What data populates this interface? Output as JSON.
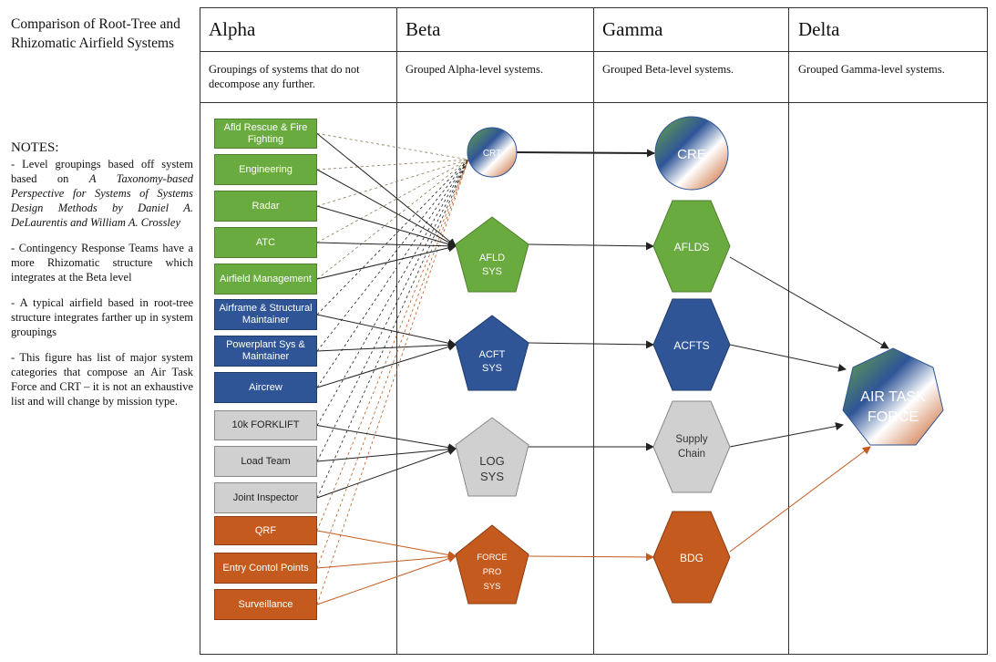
{
  "title": "Comparison of Root-Tree and Rhizomatic Airfield Systems",
  "columns": [
    {
      "name": "Alpha",
      "desc": "Groupings of systems that do not decompose any further."
    },
    {
      "name": "Beta",
      "desc": "Grouped Alpha-level systems."
    },
    {
      "name": "Gamma",
      "desc": "Grouped Beta-level systems."
    },
    {
      "name": "Delta",
      "desc": "Grouped Gamma-level systems."
    }
  ],
  "notes": {
    "heading": "NOTES:",
    "n1_a": "- Level groupings based off system based on",
    "n1_b": "A Taxonomy-based Perspective for Systems of Systems Design Methods by Daniel A. DeLaurentis and William A. Crossley",
    "n2": "- Contingency Response Teams have a more Rhizomatic structure which integrates at the Beta level",
    "n3": "- A typical airfield based in root-tree structure integrates farther up in system groupings",
    "n4": "- This figure has list of major system categories that compose an Air Task Force and CRT – it is not an exhaustive list and will change by mission type."
  },
  "alpha": [
    {
      "label": "Afld Rescue & Fire Fighting",
      "color": "green"
    },
    {
      "label": "Engineering",
      "color": "green"
    },
    {
      "label": "Radar",
      "color": "green"
    },
    {
      "label": "ATC",
      "color": "green"
    },
    {
      "label": "Airfield Management",
      "color": "green"
    },
    {
      "label": "Airframe & Structural Maintainer",
      "color": "blue"
    },
    {
      "label": "Powerplant Sys & Maintainer",
      "color": "blue"
    },
    {
      "label": "Aircrew",
      "color": "blue"
    },
    {
      "label": "10k FORKLIFT",
      "color": "gray"
    },
    {
      "label": "Load Team",
      "color": "gray"
    },
    {
      "label": "Joint Inspector",
      "color": "gray"
    },
    {
      "label": "QRF",
      "color": "orange"
    },
    {
      "label": "Entry Contol Points",
      "color": "orange"
    },
    {
      "label": "Surveillance",
      "color": "orange"
    }
  ],
  "beta": {
    "crt": "CRT",
    "afld": [
      "AFLD",
      "SYS"
    ],
    "acft": [
      "ACFT",
      "SYS"
    ],
    "log": [
      "LOG",
      "SYS"
    ],
    "force": [
      "FORCE",
      "PRO",
      "SYS"
    ]
  },
  "gamma": {
    "cre": "CRE",
    "aflds": "AFLDS",
    "acfts": "ACFTS",
    "supply": [
      "Supply",
      "Chain"
    ],
    "bdg": "BDG"
  },
  "delta": {
    "atf": [
      "AIR TASK",
      "FORCE"
    ]
  },
  "colors": {
    "green": "#6aab3f",
    "blue": "#2f5597",
    "gray": "#d0d0d0",
    "orange": "#c55a1e"
  }
}
